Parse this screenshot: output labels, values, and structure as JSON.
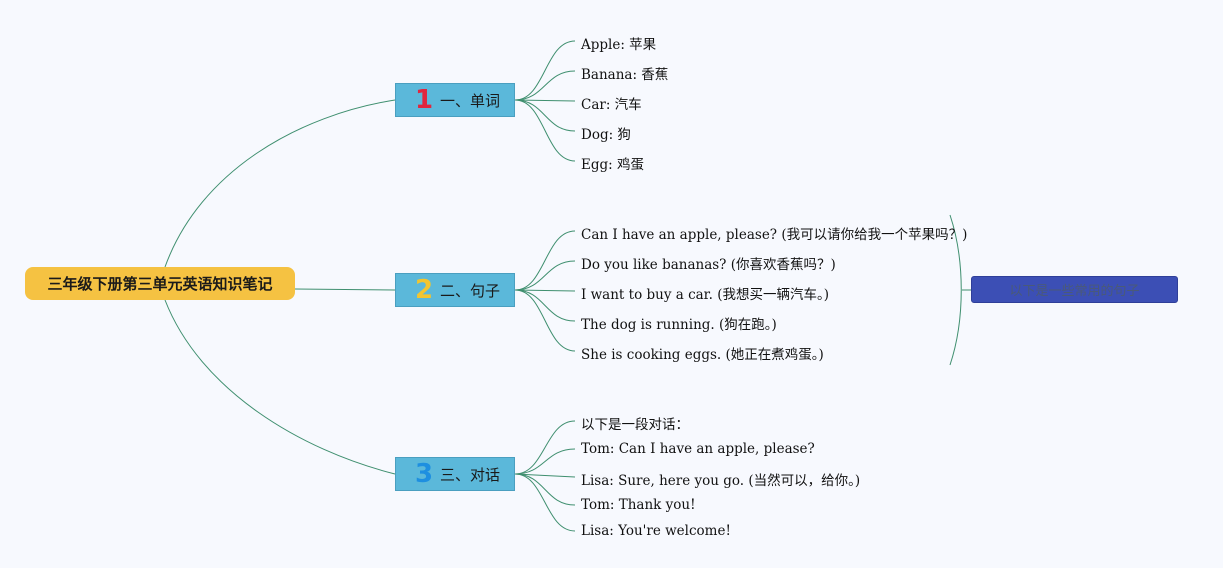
{
  "root": {
    "title": "三年级下册第三单元英语知识笔记"
  },
  "branches": [
    {
      "num": "1",
      "num_color": "#e0263f",
      "label": "一、单词",
      "items": [
        "Apple: 苹果",
        "Banana: 香蕉",
        "Car: 汽车",
        "Dog: 狗",
        "Egg: 鸡蛋"
      ]
    },
    {
      "num": "2",
      "num_color": "#f2c530",
      "label": "二、句子",
      "items": [
        "Can I have an apple, please? (我可以请你给我一个苹果吗？)",
        "Do you like bananas? (你喜欢香蕉吗？)",
        "I want to buy a car. (我想买一辆汽车。)",
        "The dog is running. (狗在跑。)",
        "She is cooking eggs. (她正在煮鸡蛋。)"
      ]
    },
    {
      "num": "3",
      "num_color": "#1e8fe0",
      "label": "三、对话",
      "items": [
        "以下是一段对话：",
        "Tom: Can I have an apple, please?",
        "Lisa: Sure, here you go. (当然可以，给你。)",
        "Tom: Thank you!",
        "Lisa: You're welcome!"
      ]
    }
  ],
  "summary": {
    "label": "以下是一些常用的句子"
  },
  "colors": {
    "line": "#3f8f6f",
    "root_bg": "#f5c242",
    "branch_bg": "#5bb8da",
    "summary_bg": "#3c4fb5"
  }
}
